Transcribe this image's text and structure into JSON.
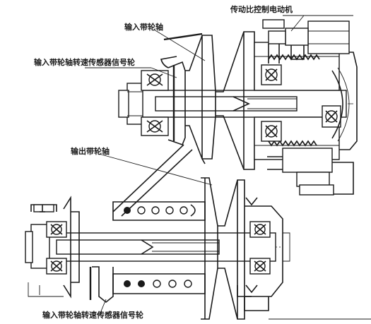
{
  "labels": {
    "input_pulley_shaft": "输入带轮轴",
    "ratio_control_motor": "传动比控制电动机",
    "input_speed_sensor_wheel_top": "输入带轮轴转速传感器信号轮",
    "output_pulley_shaft": "输出带轮轴",
    "input_speed_sensor_wheel_bottom": "输入带轮轴转速传感器信号轮"
  }
}
